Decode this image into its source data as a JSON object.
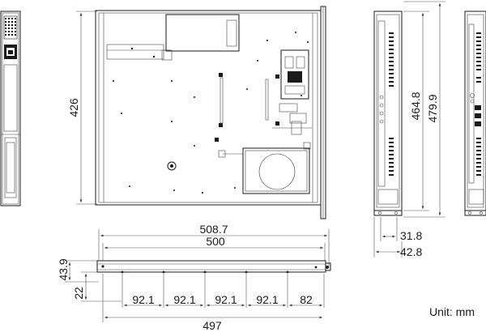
{
  "dimensions": {
    "top_height": "426",
    "side_height_inner": "464.8",
    "side_height_outer": "479.9",
    "side_width_inner": "31.8",
    "side_width_outer": "42.8",
    "front_overall": "508.7",
    "front_width": "500",
    "front_height": "43.9",
    "front_offset": "22",
    "front_spacing": [
      "92.1",
      "92.1",
      "92.1",
      "92.1",
      "82"
    ],
    "front_base": "497"
  },
  "units": "Unit: mm",
  "colors": {
    "line": "#1a1a1a",
    "background": "#ffffff"
  }
}
